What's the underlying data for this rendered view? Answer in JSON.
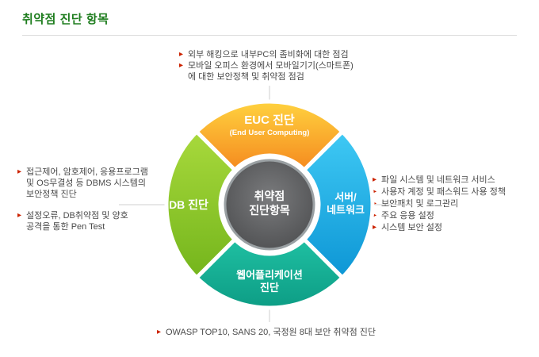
{
  "title": "취약점 진단 항목",
  "bullet": "▸",
  "colors": {
    "title_green": "#1e7d1e",
    "bullet_red": "#cc2200",
    "segment_euc_top": "#ffd23f",
    "segment_euc_bottom": "#f58a1f",
    "segment_server_top": "#3fc9f4",
    "segment_server_bottom": "#0d96d5",
    "segment_web_top": "#1fbfa2",
    "segment_web_bottom": "#0d9d85",
    "segment_db_top": "#a8d93c",
    "segment_db_bottom": "#74b51c",
    "center_gray": "#4b4c4e"
  },
  "diagram": {
    "center": {
      "line1": "취약점",
      "line2": "진단항목"
    },
    "segments": {
      "euc": {
        "label": "EUC 진단",
        "sublabel": "(End User Computing)"
      },
      "server_network": {
        "line1": "서버/",
        "line2": "네트워크"
      },
      "web_application": {
        "line1": "웹어플리케이션",
        "line2": "진단"
      },
      "db": {
        "label": "DB 진단"
      }
    }
  },
  "annotations": {
    "top": {
      "items": [
        {
          "lines": [
            "외부 해킹으로 내부PC의 좀비화에 대한 점검"
          ]
        },
        {
          "lines": [
            "모바일 오피스 환경에서 모바일기기(스마트폰)",
            "에 대한 보안정책 및 취약점 점검"
          ]
        }
      ]
    },
    "left": {
      "items": [
        {
          "lines": [
            "접근제어, 암호제어, 응용프로그램",
            "및 OS무결성 등 DBMS 시스템의",
            "보안정책 진단"
          ]
        },
        {
          "lines": [
            "설정오류, DB취약점 및 양호",
            "공격을 통한 Pen Test"
          ]
        }
      ]
    },
    "right": {
      "items": [
        {
          "lines": [
            "파일 시스템 및 네트워크 서비스"
          ]
        },
        {
          "lines": [
            "사용자 계정 및 패스워드 사용 정책"
          ]
        },
        {
          "lines": [
            "보안패치 및 로그관리"
          ]
        },
        {
          "lines": [
            "주요 응용 설정"
          ]
        },
        {
          "lines": [
            "시스템 보안 설정"
          ]
        }
      ]
    },
    "bottom": {
      "items": [
        {
          "lines": [
            "OWASP TOP10, SANS 20, 국정원 8대 보안 취약점 진단"
          ]
        }
      ]
    }
  }
}
